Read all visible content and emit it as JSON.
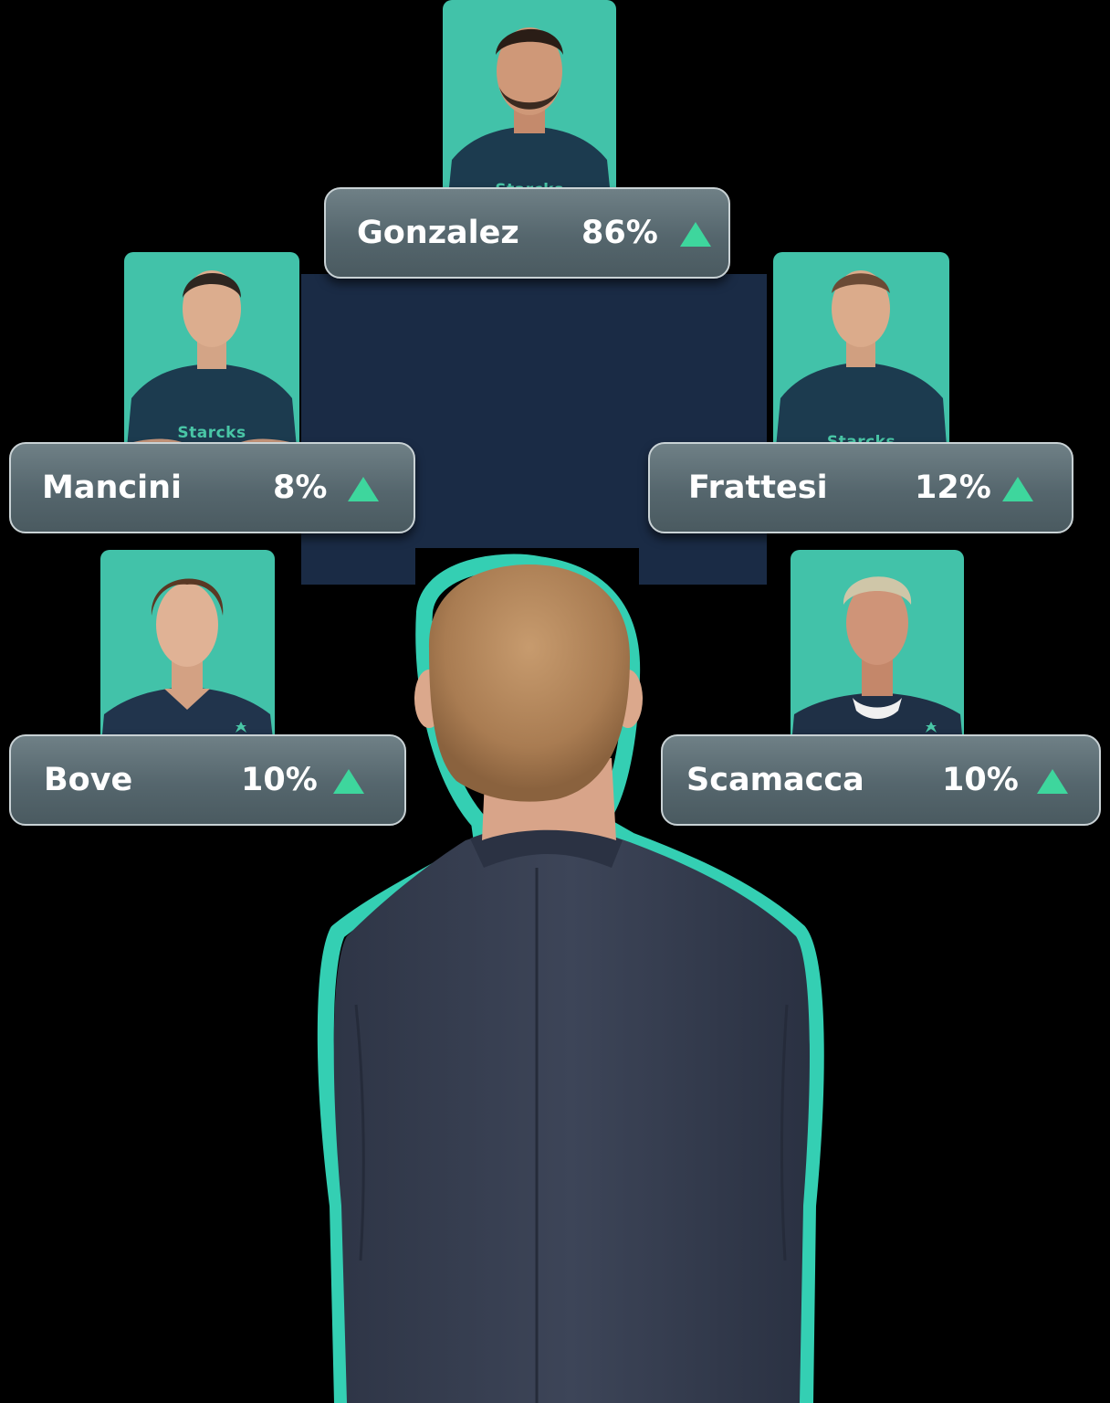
{
  "brand": {
    "shirt_text": "Starcks",
    "accent_color": "#42c2a9",
    "up_color": "#3ed69d"
  },
  "players": [
    {
      "name": "Gonzalez",
      "percent": "86%",
      "trend": "up-triangle-icon"
    },
    {
      "name": "Mancini",
      "percent": "8%",
      "trend": "up-triangle-icon"
    },
    {
      "name": "Frattesi",
      "percent": "12%",
      "trend": "up-triangle-icon"
    },
    {
      "name": "Bove",
      "percent": "10%",
      "trend": "up-triangle-icon"
    },
    {
      "name": "Scamacca",
      "percent": "10%",
      "trend": "up-triangle-icon"
    }
  ]
}
